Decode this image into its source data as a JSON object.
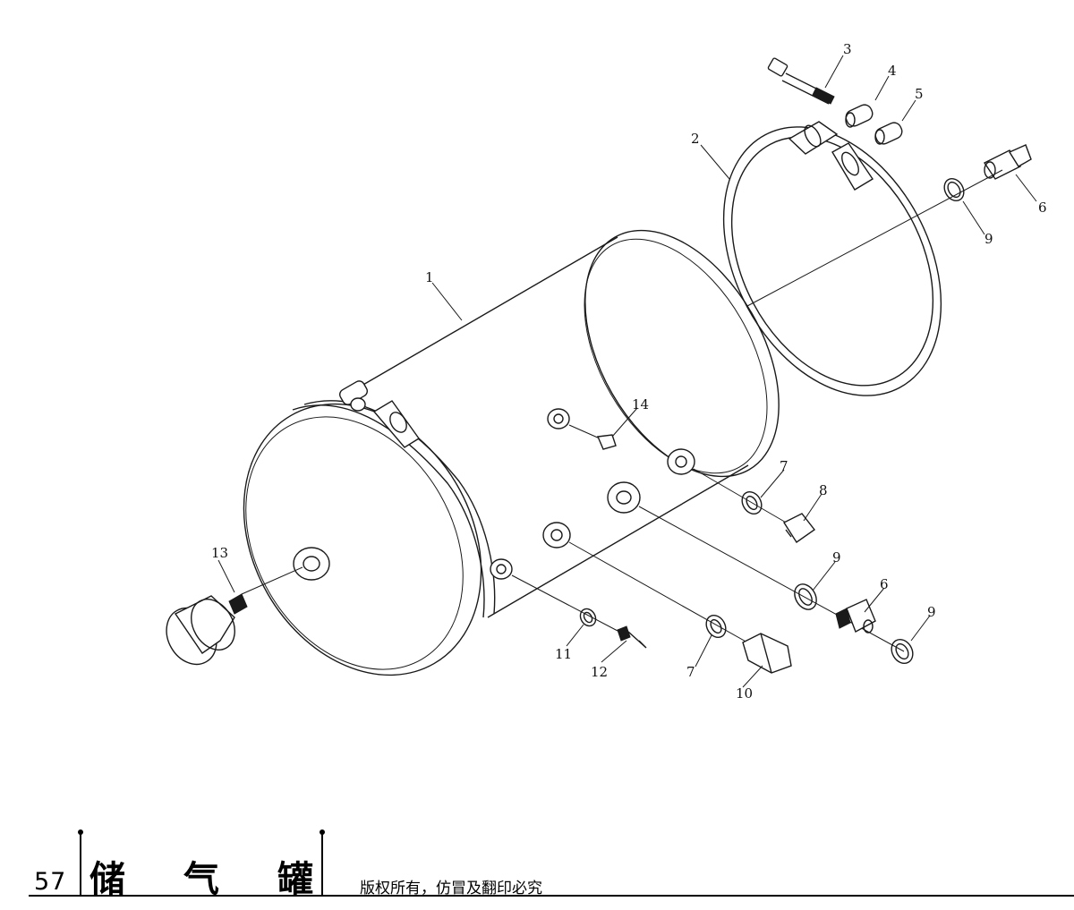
{
  "page": {
    "number": "57",
    "title_chars": [
      "储",
      "气",
      "罐"
    ],
    "copyright": "版权所有，仿冒及翻印必究"
  },
  "callouts": {
    "c1": "1",
    "c2": "2",
    "c3": "3",
    "c4": "4",
    "c5": "5",
    "c6a": "6",
    "c6b": "6",
    "c7a": "7",
    "c7b": "7",
    "c8": "8",
    "c9a": "9",
    "c9b": "9",
    "c9c": "9",
    "c10": "10",
    "c11": "11",
    "c12": "12",
    "c13": "13",
    "c14": "14"
  }
}
